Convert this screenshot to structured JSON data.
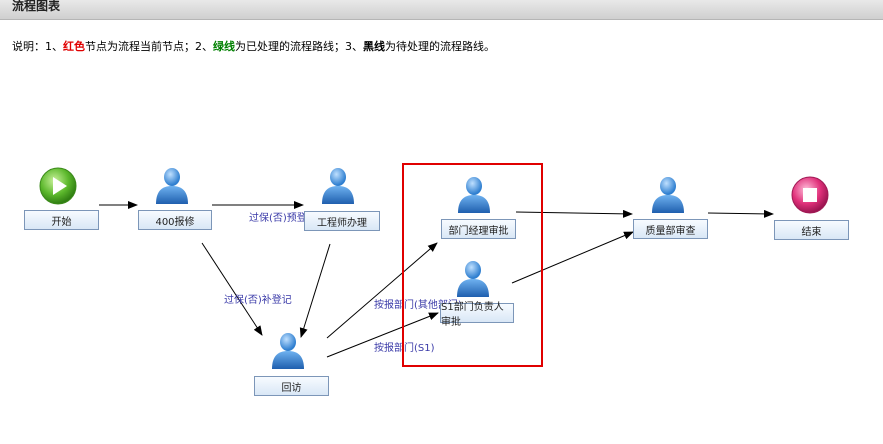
{
  "header": {
    "title": "流程图表"
  },
  "legend": {
    "prefix": "说明：1、",
    "red_term": "红色",
    "part1": "节点为流程当前节点；2、",
    "green_term": "绿线",
    "part2": "为已处理的流程路线；3、",
    "black_term": "黑线",
    "part3": "为待处理的流程路线。"
  },
  "nodes": {
    "start": "开始",
    "repair400": "400报修",
    "engineer": "工程师办理",
    "dept_manager": "部门经理审批",
    "s1_dept_head": "S1部门负责人审批",
    "quality": "质量部审查",
    "end": "结束",
    "revisit": "回访"
  },
  "edge_labels": {
    "warranty_register": "过保(否)预登记",
    "warranty_supplement": "过保(否)补登记",
    "report_other_dept": "按报部门(其他部门)",
    "report_s1": "按报部门(S1)"
  },
  "colors": {
    "highlight": "#e00000",
    "edge": "#000000",
    "edge_label": "#3a3aa8",
    "start_node": "#5cb82c",
    "end_node": "#e0307a",
    "user_icon": "#2f7fd0"
  }
}
